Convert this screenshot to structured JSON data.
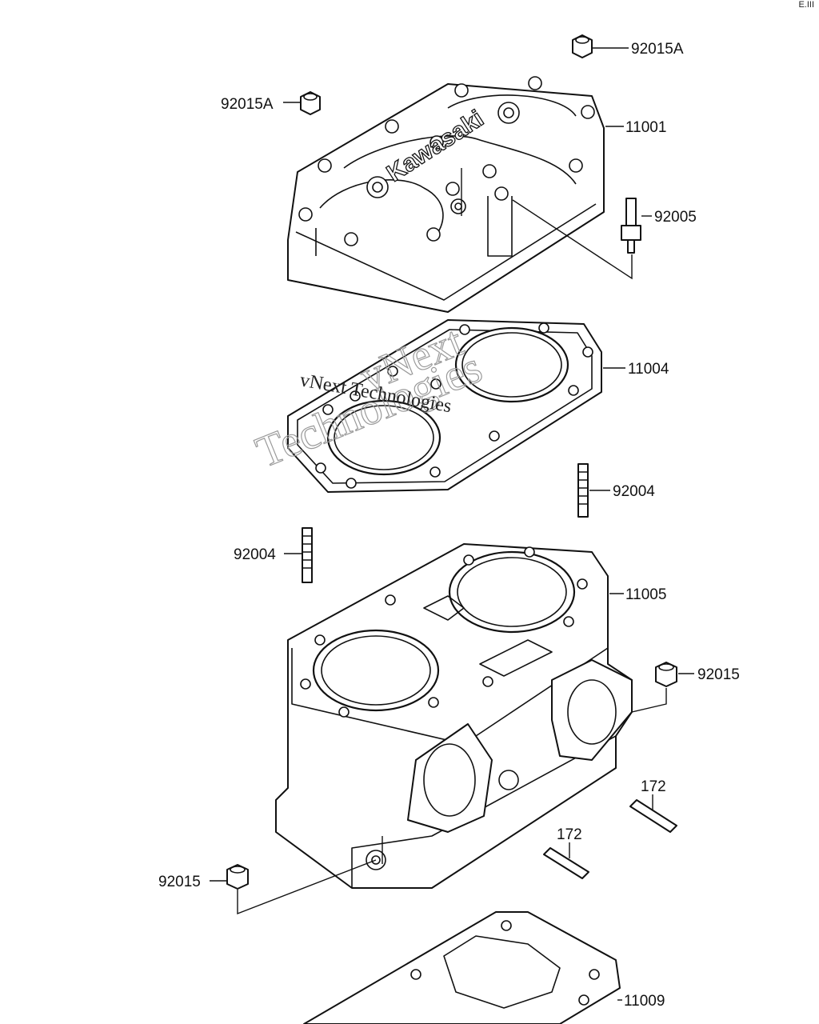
{
  "corner_mark": "E.III",
  "brand_text": "Kawasaki",
  "watermark": {
    "line1": "vNext",
    "line2": "Technologies",
    "line3": "vNext Technologies"
  },
  "callouts": [
    {
      "id": "92015A-top",
      "text": "92015A"
    },
    {
      "id": "92015A-left",
      "text": "92015A"
    },
    {
      "id": "11001",
      "text": "11001"
    },
    {
      "id": "92005",
      "text": "92005"
    },
    {
      "id": "11004",
      "text": "11004"
    },
    {
      "id": "92004-right",
      "text": "92004"
    },
    {
      "id": "92004-left",
      "text": "92004"
    },
    {
      "id": "11005",
      "text": "11005"
    },
    {
      "id": "92015-right",
      "text": "92015"
    },
    {
      "id": "172-upper",
      "text": "172"
    },
    {
      "id": "172-lower",
      "text": "172"
    },
    {
      "id": "92015-left",
      "text": "92015"
    },
    {
      "id": "11009",
      "text": "11009"
    }
  ]
}
